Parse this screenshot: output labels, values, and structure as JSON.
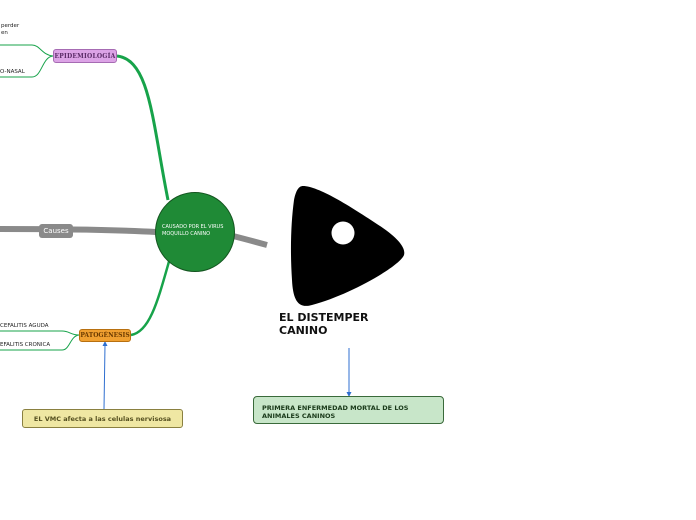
{
  "center": {
    "label": "CAUSADO POR EL VIRUS MOQUILLO CANINO",
    "color": "#1f8a36"
  },
  "title": "EL DISTEMPER CANINO",
  "nodes": {
    "epidemiologia": "EPIDEMIOLOGÍA",
    "patogenesis": "PATOGÉNESIS",
    "causes": "Causes",
    "primera": "PRIMERA ENFERMEDAD MORTAL DE  LOS ANIMALES CANINOS",
    "vmc": "EL VMC afecta a las celulas nervisosa"
  },
  "leaves": {
    "epi_top_line1": "perder",
    "epi_top_line2": "en",
    "epi_bottom": "O-NASAL",
    "pato_top": "CEFALITIS AGUDA",
    "pato_bottom": "EFALITIS CRONICA"
  },
  "icons": {
    "pick": "guitar-pick-icon"
  },
  "colors": {
    "green_branch": "#17a34a",
    "grey_branch": "#8a8a8a",
    "arrow": "#2f6fd0"
  }
}
